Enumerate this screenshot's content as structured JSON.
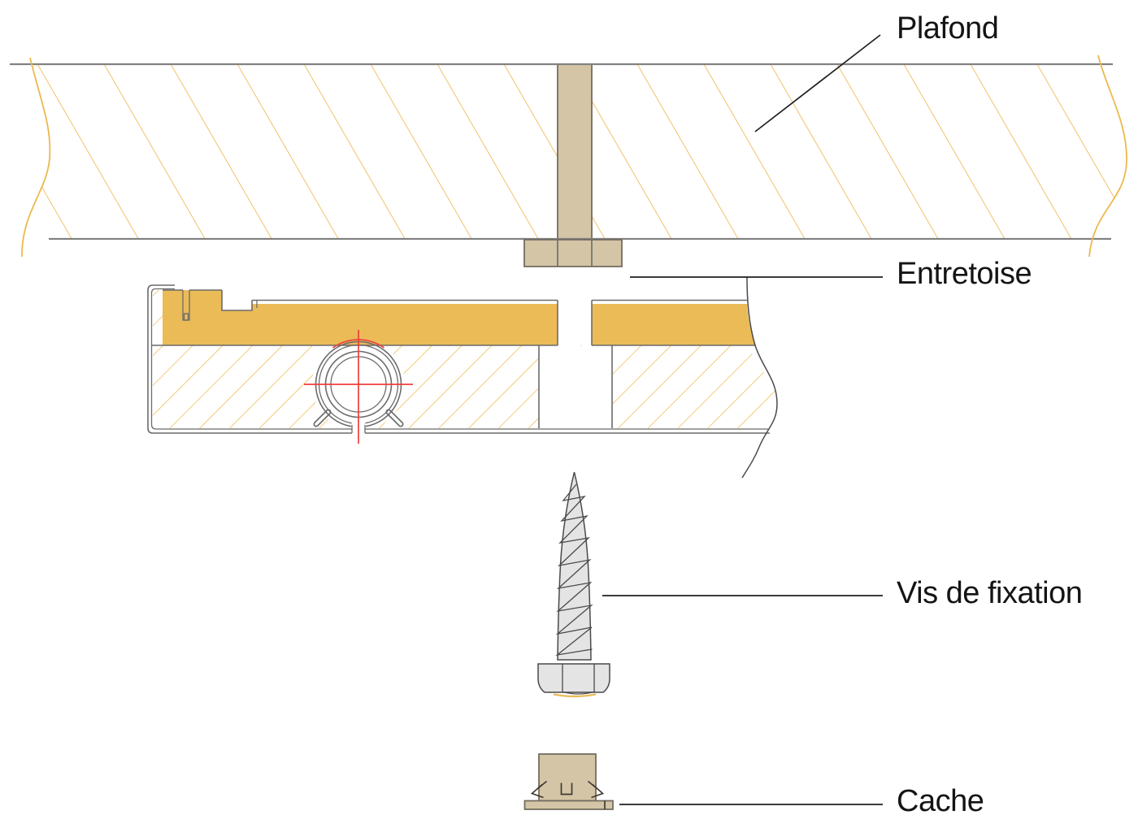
{
  "labels": {
    "plafond": "Plafond",
    "entretoise": "Entretoise",
    "vis": "Vis de fixation",
    "cache": "Cache"
  },
  "icons": {
    "ceiling-hatch": "diagonal-hatch-pattern",
    "profile-hatch": "diagonal-hatch-pattern",
    "centerline": "red-crosshair"
  },
  "colors": {
    "bg": "#FFFFFF",
    "amber": "#EBBB58",
    "hatch_ceiling": "#ECB94F",
    "hatch_profile": "#EFBA4E",
    "tan": "#D4C5A6",
    "tan_stroke": "#736D62",
    "gray_line": "#828282",
    "outline": "#6B6B6B",
    "dark": "#4A4A4A",
    "leader": "#1F1F1F",
    "red": "#EE3F3B",
    "screw_fill": "#E4E4E4",
    "screw_stroke": "#4A4A4A",
    "cache_detail": "#3F3A33",
    "label": "#141414"
  }
}
